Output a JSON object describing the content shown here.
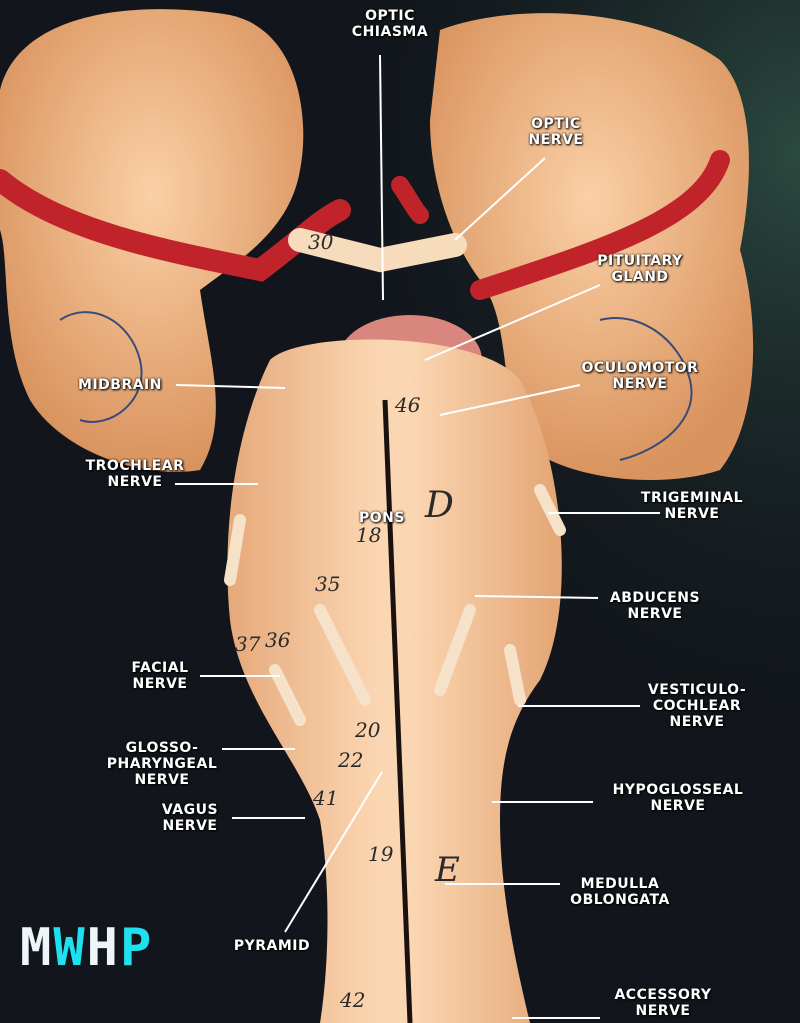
{
  "labels": {
    "optic_chiasma": [
      "OPTIC",
      "CHIASMA"
    ],
    "optic_nerve": [
      "OPTIC",
      "NERVE"
    ],
    "pituitary_gland": [
      "PITUITARY",
      "GLAND"
    ],
    "midbrain": "MIDBRAIN",
    "oculomotor_nerve": [
      "OCULOMOTOR",
      "NERVE"
    ],
    "trochlear_nerve": [
      "TROCHLEAR",
      "NERVE"
    ],
    "pons": "PONS",
    "trigeminal_nerve": [
      "TRIGEMINAL",
      "NERVE"
    ],
    "abducens_nerve": [
      "ABDUCENS",
      "NERVE"
    ],
    "facial_nerve": [
      "FACIAL",
      "NERVE"
    ],
    "vestibulocochlear_nerve": [
      "VESTICULO-",
      "COCHLEAR",
      "NERVE"
    ],
    "glossopharyngeal_nerve": [
      "GLOSSO-",
      "PHARYNGEAL",
      "NERVE"
    ],
    "vagus_nerve": [
      "VAGUS",
      "NERVE"
    ],
    "hypoglossal_nerve": [
      "HYPOGLOSSEAL",
      "NERVE"
    ],
    "medulla_oblongata": [
      "MEDULLA",
      "OBLONGATA"
    ],
    "pyramid": "PYRAMID",
    "accessory_nerve": [
      "ACCESSORY",
      "NERVE"
    ]
  },
  "model_marks": [
    "30",
    "46",
    "D",
    "18",
    "35",
    "37",
    "36",
    "20",
    "22",
    "41",
    "19",
    "E",
    "42"
  ],
  "logo": {
    "letters": [
      "M",
      "W",
      "H",
      "P"
    ],
    "colors": {
      "white": "#eef6f8",
      "cyan": "#1fe0ee"
    }
  }
}
